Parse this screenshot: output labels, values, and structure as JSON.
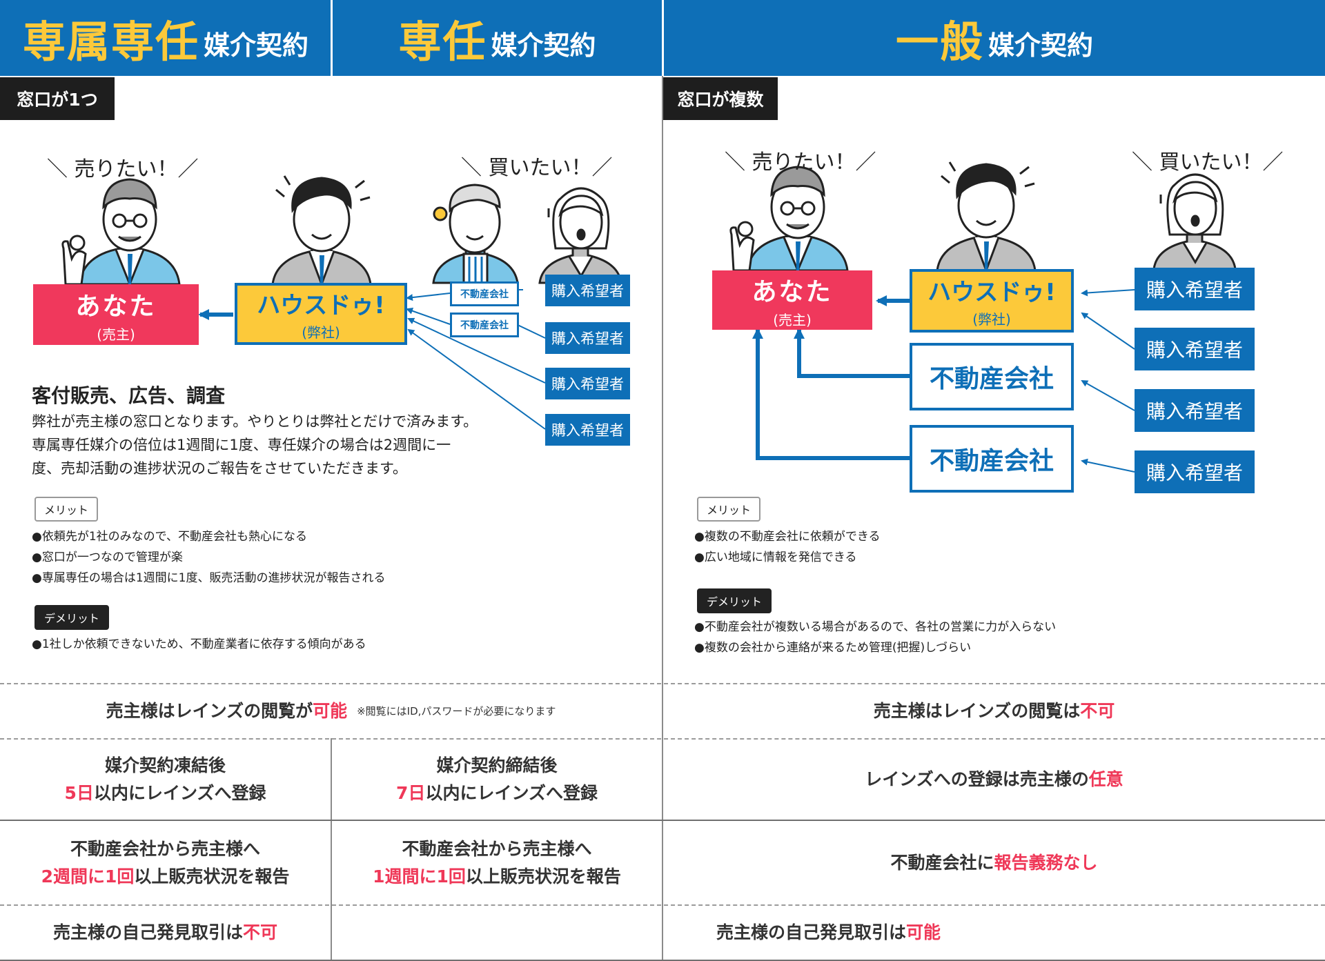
{
  "headers": {
    "exclusive_special": {
      "big": "専属専任",
      "small": "媒介契約"
    },
    "exclusive": {
      "big": "専任",
      "small": "媒介契約"
    },
    "general": {
      "big": "一般",
      "small": "媒介契約"
    }
  },
  "left": {
    "tag": "窓口が1つ",
    "seller_shout": "＼ 売りたい！／",
    "buyer_shout": "＼ 買いたい！／",
    "you_box": {
      "main": "あなた",
      "sub": "(売主)"
    },
    "housedo_box": {
      "main": "ハウスドゥ!",
      "sub": "(弊社)"
    },
    "agent_boxes": [
      "不動産会社",
      "不動産会社"
    ],
    "buyer_boxes": [
      "購入希望者",
      "購入希望者",
      "購入希望者",
      "購入希望者"
    ],
    "heading": "客付販売、広告、調査",
    "paragraph": [
      "弊社が売主様の窓口となります。やりとりは弊社とだけで済みます。",
      "専属専任媒介の倍位は1週間に1度、専任媒介の場合は2週間に一",
      "度、売却活動の進捗状況のご報告をさせていただきます。"
    ],
    "merit_label": "メリット",
    "merits": [
      "●依頼先が1社のみなので、不動産会社も熱心になる",
      "●窓口が一つなので管理が楽",
      "●専属専任の場合は1週間に1度、販売活動の進捗状況が報告される"
    ],
    "demerit_label": "デメリット",
    "demerits": [
      "●1社しか依頼できないため、不動産業者に依存する傾向がある"
    ]
  },
  "right": {
    "tag": "窓口が複数",
    "seller_shout": "＼ 売りたい！／",
    "buyer_shout": "＼ 買いたい！／",
    "you_box": {
      "main": "あなた",
      "sub": "(売主)"
    },
    "housedo_box": {
      "main": "ハウスドゥ!",
      "sub": "(弊社)"
    },
    "agent_boxes": [
      "不動産会社",
      "不動産会社"
    ],
    "buyer_boxes": [
      "購入希望者",
      "購入希望者",
      "購入希望者",
      "購入希望者"
    ],
    "merit_label": "メリット",
    "merits": [
      "●複数の不動産会社に依頼ができる",
      "●広い地域に情報を発信できる"
    ],
    "demerit_label": "デメリット",
    "demerits": [
      "●不動産会社が複数いる場合があるので、各社の営業に力が入らない",
      "●複数の会社から連絡が来るため管理(把握)しづらい"
    ]
  },
  "rows": {
    "reins_view_left": {
      "pre": "売主様はレインズの閲覧が",
      "hl": "可能",
      "note": "※閲覧にはID,パスワードが必要になります"
    },
    "reins_view_right": {
      "pre": "売主様はレインズの閲覧は",
      "hl": "不可"
    },
    "register_col1": {
      "line1": "媒介契約凍結後",
      "hl": "5日",
      "post": "以内にレインズへ登録"
    },
    "register_col2": {
      "line1": "媒介契約締結後",
      "hl": "7日",
      "post": "以内にレインズへ登録"
    },
    "register_right": {
      "pre": "レインズへの登録は売主様の",
      "hl": "任意"
    },
    "report_col1": {
      "line1": "不動産会社から売主様へ",
      "hl": "2週間に1回",
      "post": "以上販売状況を報告"
    },
    "report_col2": {
      "line1": "不動産会社から売主様へ",
      "hl": "1週間に1回",
      "post": "以上販売状況を報告"
    },
    "report_right": {
      "pre": "不動産会社に",
      "hl": "報告義務なし"
    },
    "self_find_left": {
      "pre": "売主様の自己発見取引は",
      "hl": "不可"
    },
    "self_find_right": {
      "pre": "売主様の自己発見取引は",
      "hl": "可能"
    }
  },
  "colors": {
    "blue": "#0e6fb7",
    "yellow": "#fcc93a",
    "red": "#f0385c",
    "highlight": "#ef3858"
  }
}
